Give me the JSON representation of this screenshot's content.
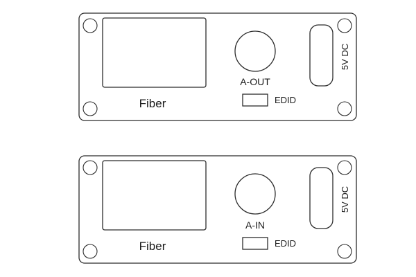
{
  "panels": [
    {
      "fiber_label": "Fiber",
      "audio_label": "A-OUT",
      "edid_label": "EDID",
      "power_label": "5V DC"
    },
    {
      "fiber_label": "Fiber",
      "audio_label": "A-IN",
      "edid_label": "EDID",
      "power_label": "5V DC"
    }
  ]
}
